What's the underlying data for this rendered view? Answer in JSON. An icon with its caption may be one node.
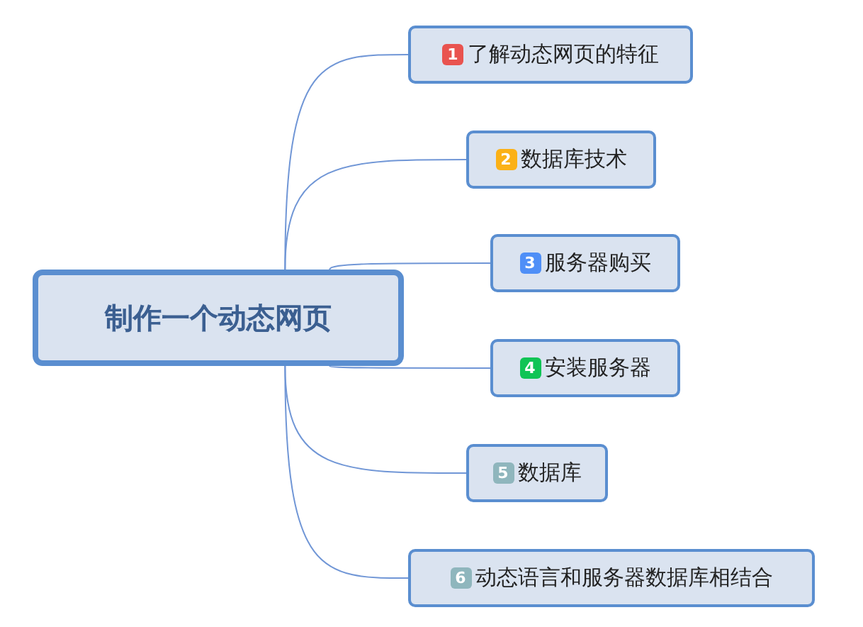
{
  "diagram": {
    "nodes": [
      {
        "text": [
          "制作一个动态网页"
        ]
      },
      {
        "text": [
          "1",
          "了解动态网页的特征"
        ]
      },
      {
        "text": [
          "2",
          "数据库技术"
        ]
      },
      {
        "text": [
          "3",
          "服务器购买"
        ]
      },
      {
        "text": [
          "4",
          "安装服务器"
        ]
      },
      {
        "text": [
          "5",
          "数据库"
        ]
      },
      {
        "text": [
          "6",
          "动态语言和服务器数据库相结合"
        ]
      }
    ],
    "edges": [
      {
        "from": 0,
        "to": 1,
        "arrow": "none"
      },
      {
        "from": 0,
        "to": 2,
        "arrow": "none"
      },
      {
        "from": 0,
        "to": 3,
        "arrow": "none"
      },
      {
        "from": 0,
        "to": 4,
        "arrow": "none"
      },
      {
        "from": 0,
        "to": 5,
        "arrow": "none"
      },
      {
        "from": 0,
        "to": 6,
        "arrow": "none"
      }
    ]
  }
}
